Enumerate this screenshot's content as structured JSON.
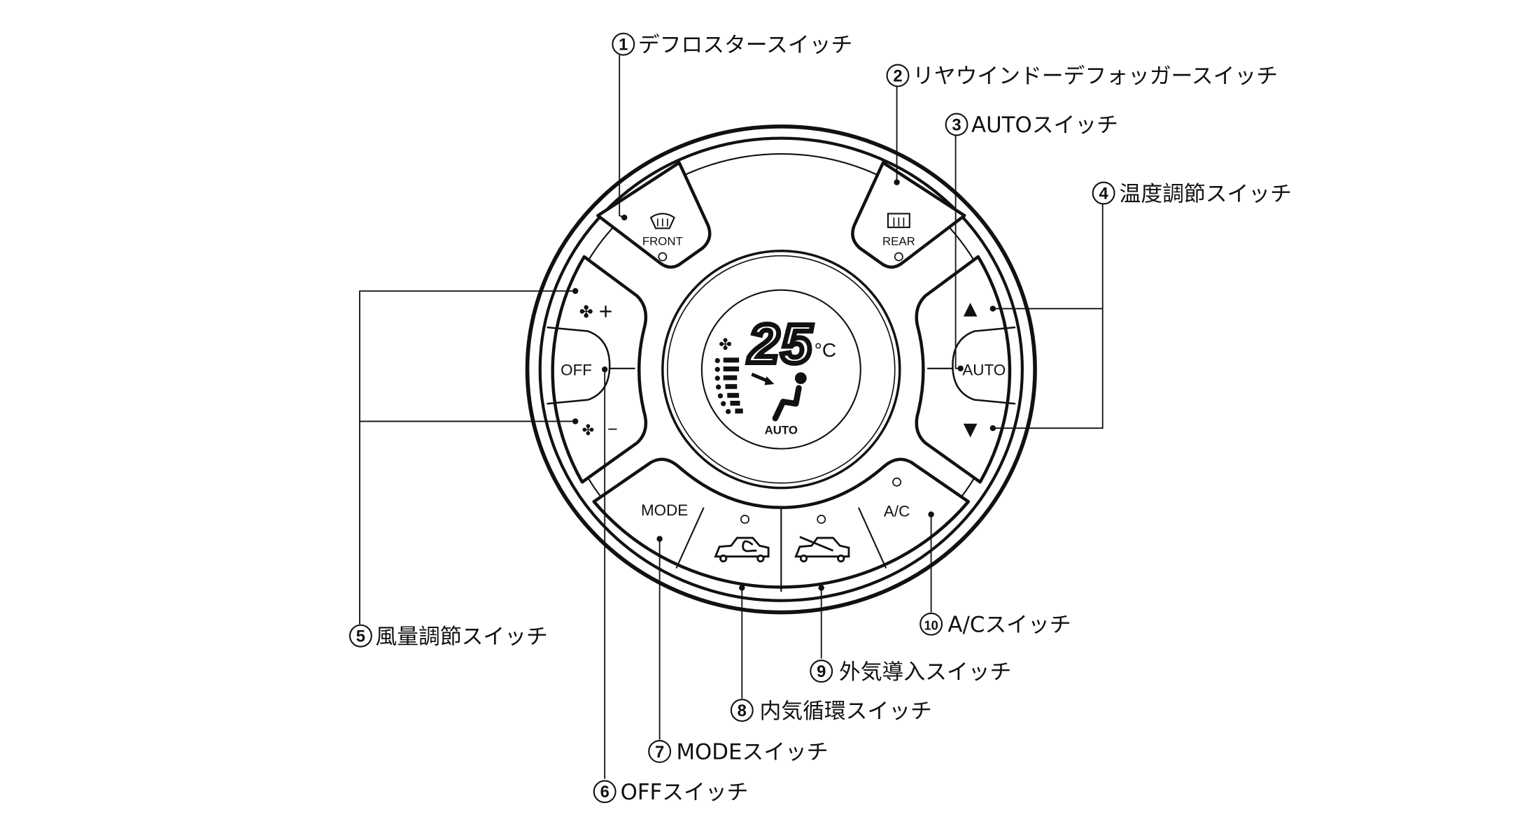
{
  "callouts": [
    {
      "num": "1",
      "text": "デフロスタースイッチ"
    },
    {
      "num": "2",
      "text": "リヤウインドーデフォッガースイッチ"
    },
    {
      "num": "3",
      "text": "AUTOスイッチ"
    },
    {
      "num": "4",
      "text": "温度調節スイッチ"
    },
    {
      "num": "5",
      "text": "風量調節スイッチ"
    },
    {
      "num": "6",
      "text": "OFFスイッチ"
    },
    {
      "num": "7",
      "text": "MODEスイッチ"
    },
    {
      "num": "8",
      "text": "内気循環スイッチ"
    },
    {
      "num": "9",
      "text": "外気導入スイッチ"
    },
    {
      "num": "10",
      "text": "A/Cスイッチ"
    }
  ],
  "panel": {
    "front_label": "FRONT",
    "rear_label": "REAR",
    "fan_plus": "+",
    "fan_minus": "−",
    "off_label": "OFF",
    "auto_label": "AUTO",
    "temp_up": "▲",
    "temp_down": "▼",
    "mode_label": "MODE",
    "ac_label": "A/C"
  },
  "display": {
    "temperature": "25",
    "unit": "°C",
    "mode_text": "AUTO"
  }
}
